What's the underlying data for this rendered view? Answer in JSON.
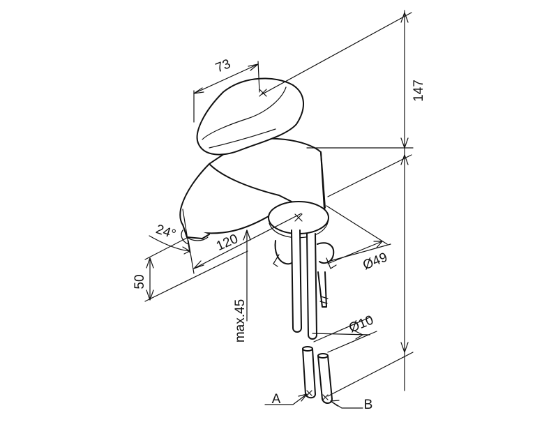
{
  "dimensions": {
    "lever_width": "73",
    "total_height": "147",
    "spout_reach": "120",
    "spout_angle": "24°",
    "spout_height": "50",
    "max_deck_thickness": "max.45",
    "base_diameter": "Ø49",
    "hose_diameter": "Ø10"
  },
  "connections": {
    "a": "A",
    "b": "B"
  }
}
